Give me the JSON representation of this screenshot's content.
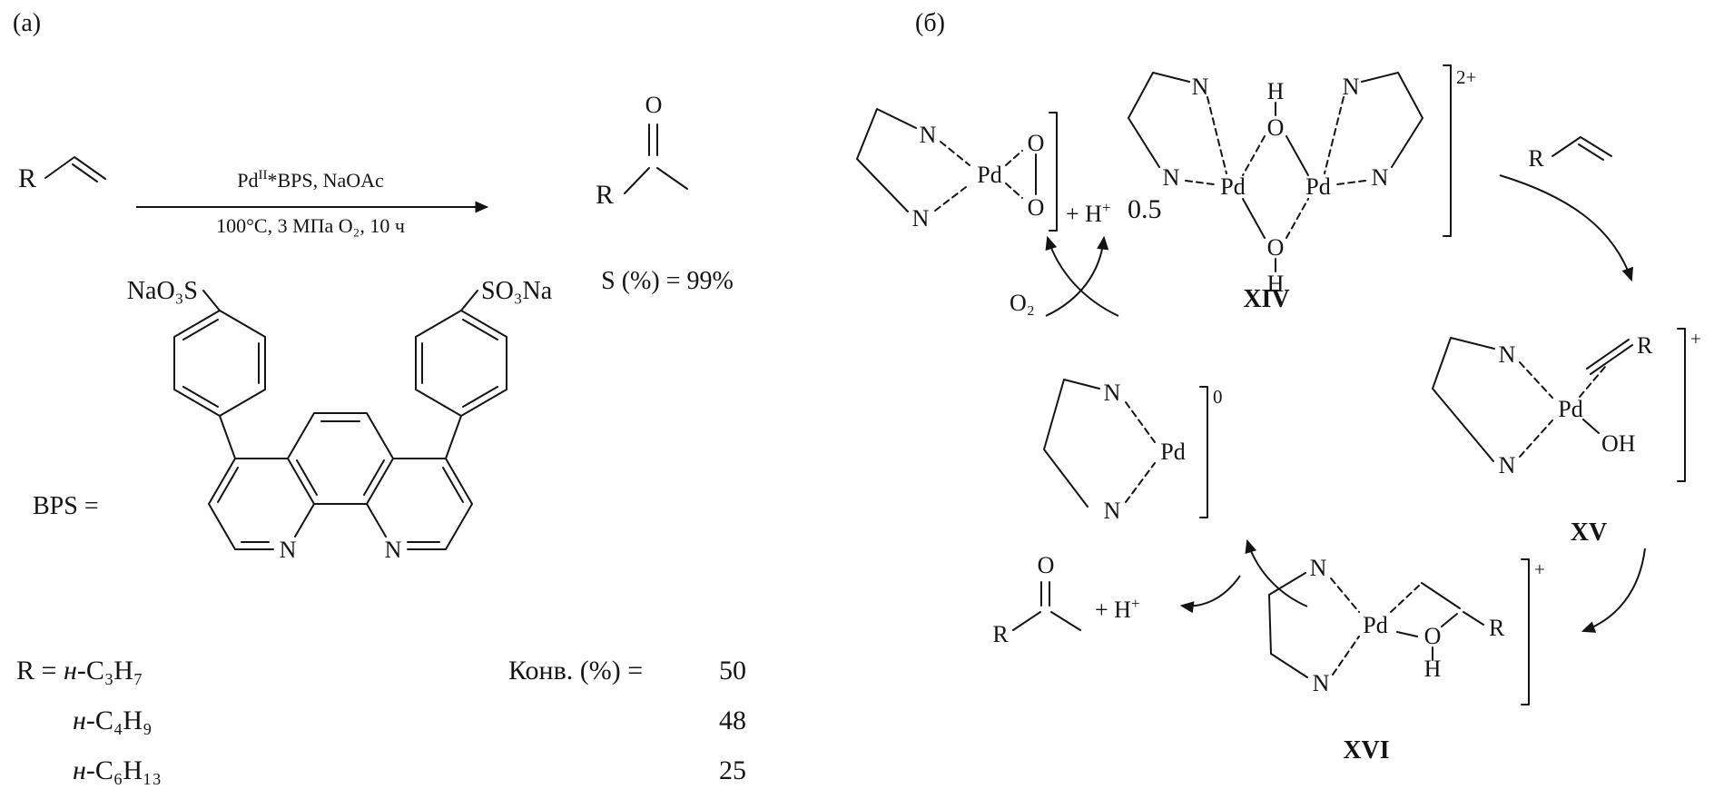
{
  "atoms": {
    "n": "N",
    "pd": "Pd",
    "o": "O",
    "h": "H",
    "oh": "OH",
    "r": "R",
    "o2": "O₂"
  },
  "panel_a": {
    "label": "(а)",
    "conditions": {
      "pd": "Pd",
      "sup": "II",
      "rest": "*BPS, NaOAc",
      "below": "100°C, 3 МПа O₂, 10 ч"
    },
    "selectivity": "S (%) = 99%",
    "bps_label": "BPS =",
    "sulfonate_left": "NaO₃S",
    "sulfonate_right": "SO₃Na",
    "r_rows": [
      {
        "pre": "R = ",
        "n": "н",
        "formula": "-C₃H₇"
      },
      {
        "pre": "",
        "n": "н",
        "formula": "-C₄H₉"
      },
      {
        "pre": "",
        "n": "н",
        "formula": "-C₆H₁₃"
      }
    ],
    "conversion": {
      "label": "Конв. (%) =",
      "values": [
        "50",
        "48",
        "25"
      ]
    }
  },
  "panel_b": {
    "label": "(б)",
    "coefficient": "0.5",
    "plus_h": {
      "text": "+ H",
      "sup": "+"
    },
    "charges": {
      "dimer": "2+",
      "xv": "+",
      "xvi": "+",
      "pd0": "0"
    },
    "species": {
      "xiv": "XIV",
      "xv": "XV",
      "xvi": "XVI"
    }
  }
}
